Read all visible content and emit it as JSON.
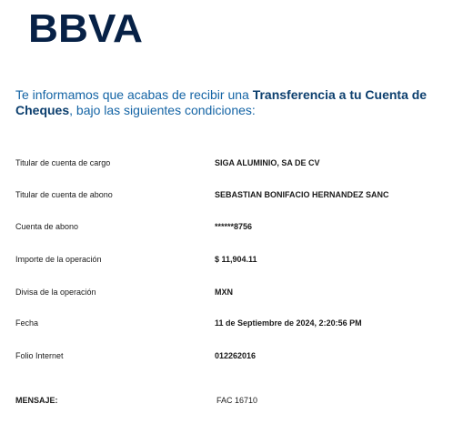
{
  "brand": {
    "logo_text": "BBVA",
    "color": "#072146"
  },
  "intro": {
    "text_before": "Te informamos que acabas de recibir una ",
    "highlight": "Transferencia a tu Cuenta de Cheques",
    "text_after": ", bajo las siguientes condiciones:"
  },
  "details": [
    {
      "label": "Titular de cuenta de cargo",
      "value": "SIGA ALUMINIO, SA DE CV"
    },
    {
      "label": "Titular de cuenta de abono",
      "value": "SEBASTIAN BONIFACIO HERNANDEZ SANC"
    },
    {
      "label": "Cuenta de abono",
      "value": "******8756"
    },
    {
      "label": "Importe de la operación",
      "value": "$ 11,904.11"
    },
    {
      "label": "Divisa de la operación",
      "value": "MXN"
    },
    {
      "label": "Fecha",
      "value": "11 de Septiembre de 2024, 2:20:56 PM"
    },
    {
      "label": "Folio Internet",
      "value": "012262016"
    }
  ],
  "message": {
    "label": "MENSAJE:",
    "value": "FAC 16710"
  }
}
